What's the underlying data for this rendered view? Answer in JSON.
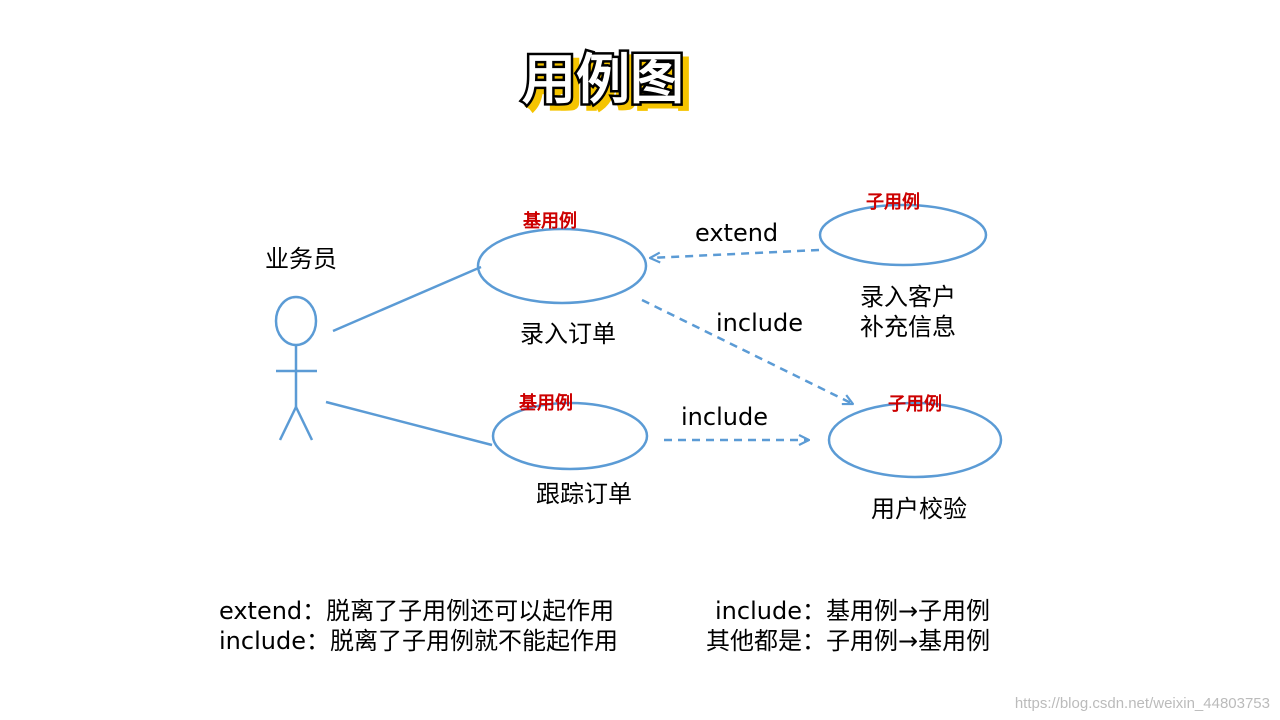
{
  "title": "用例图",
  "actor": {
    "label": "业务员"
  },
  "use_cases": {
    "enter_order": {
      "label": "录入订单",
      "tag": "基用例"
    },
    "track_order": {
      "label": "跟踪订单",
      "tag": "基用例"
    },
    "enter_customer": {
      "label_line1": "录入客户",
      "label_line2": "补充信息",
      "tag": "子用例"
    },
    "user_verify": {
      "label": "用户校验",
      "tag": "子用例"
    }
  },
  "relations": {
    "extend_label": "extend",
    "include_label_1": "include",
    "include_label_2": "include"
  },
  "notes": {
    "left_line1": "extend：脱离了子用例还可以起作用",
    "left_line2": "include：脱离了子用例就不能起作用",
    "right_line1": "include：基用例→子用例",
    "right_line2": "其他都是：子用例→基用例"
  },
  "watermark": "https://blog.csdn.net/weixin_44803753",
  "colors": {
    "shape_stroke": "#5b9bd5",
    "tag_color": "#cc0000",
    "title_shadow": "#f5c400"
  }
}
